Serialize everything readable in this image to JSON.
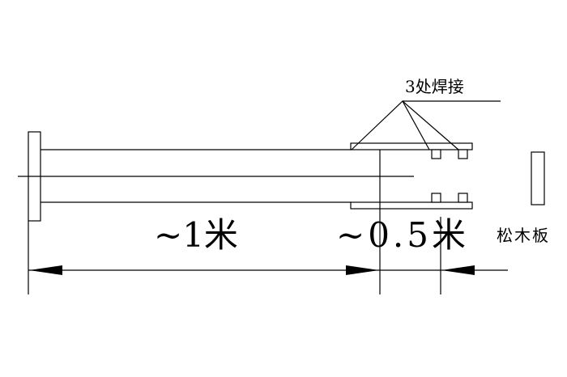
{
  "labels": {
    "weld_note": "3处焊接",
    "length_main": "~1米",
    "length_extension": "~0.5米",
    "wood_board": "松木板"
  }
}
